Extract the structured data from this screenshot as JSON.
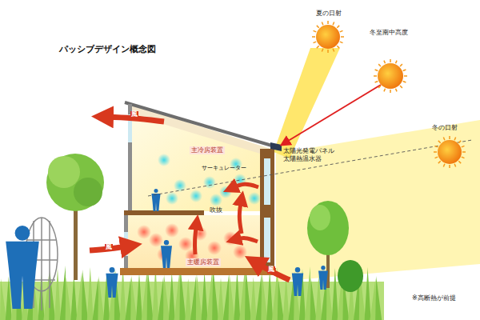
{
  "diagram": {
    "title": "パッシブデザイン概念図",
    "labels": [
      "夏の日射",
      "冬至南中高度",
      "冬の日射",
      "太陽光発電パネル 太陽熱温水器",
      "風",
      "主冷房装置",
      "サーキュレーター",
      "吹抜",
      "風",
      "主暖房装置",
      "風",
      "※高断熱が前提"
    ]
  }
}
